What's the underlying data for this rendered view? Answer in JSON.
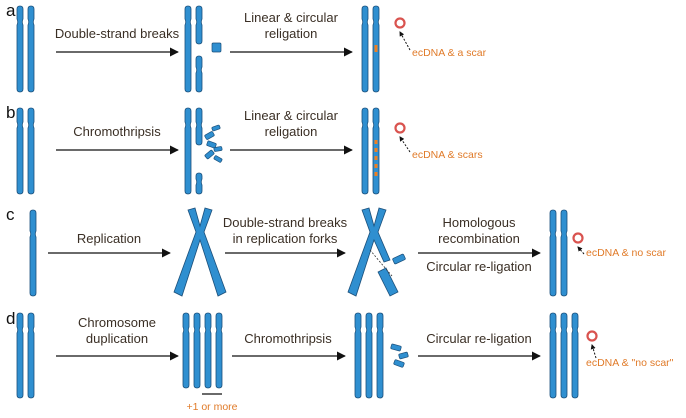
{
  "colors": {
    "chromosome_fill": "#2f8fd0",
    "chromosome_stroke": "#1b4f7a",
    "scar": "#f07f21",
    "ecdna_ring": "#d9534f",
    "arrow": "#111111",
    "label_text": "#3a2f25",
    "note_text": "#e07a28"
  },
  "panels": [
    {
      "letter": "a",
      "steps": [
        {
          "label_lines": [
            "Double-strand breaks"
          ]
        },
        {
          "label_lines": [
            "Linear & circular",
            "religation"
          ]
        }
      ],
      "note": "ecDNA & a scar"
    },
    {
      "letter": "b",
      "steps": [
        {
          "label_lines": [
            "Chromothripsis"
          ]
        },
        {
          "label_lines": [
            "Linear & circular",
            "religation"
          ]
        }
      ],
      "note": "ecDNA & scars"
    },
    {
      "letter": "c",
      "steps": [
        {
          "label_lines": [
            "Replication"
          ]
        },
        {
          "label_lines": [
            "Double-strand breaks",
            "in replication forks"
          ]
        },
        {
          "label_lines": [
            "Homologous",
            "recombination"
          ],
          "below_lines": [
            "Circular re-ligation"
          ]
        }
      ],
      "note": "ecDNA & no scar"
    },
    {
      "letter": "d",
      "steps": [
        {
          "label_lines": [
            "Chromosome",
            "duplication"
          ]
        },
        {
          "label_lines": [
            "Chromothripsis"
          ]
        },
        {
          "label_lines": [
            "Circular re-ligation"
          ]
        }
      ],
      "note": "ecDNA & \"no scar\"",
      "sublabel": "+1 or more"
    }
  ]
}
